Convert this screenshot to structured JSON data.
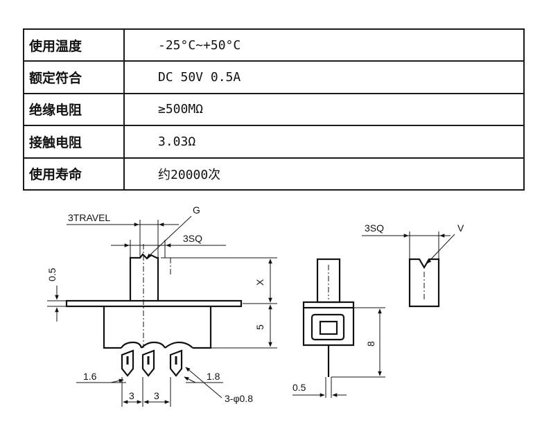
{
  "specs": [
    {
      "label": "使用温度",
      "value": "-25°C~+50°C"
    },
    {
      "label": "额定符合",
      "value": "DC 50V 0.5A"
    },
    {
      "label": "绝缘电阻",
      "value": "≥500MΩ"
    },
    {
      "label": "接触电阻",
      "value": "3.03Ω"
    },
    {
      "label": "使用寿命",
      "value": "约20000次"
    }
  ],
  "drawing": {
    "travel": "3TRAVEL",
    "g": "G",
    "sq_front": "3SQ",
    "dim_05_left": "0.5",
    "dim_x": "X",
    "dim_5": "5",
    "dim_16": "1.6",
    "dim_18": "1.8",
    "dim_3a": "3",
    "dim_3b": "3",
    "holes": "3-φ0.8",
    "dim_8": "8",
    "dim_05_bottom": "0.5",
    "sq_side": "3SQ",
    "v": "V"
  }
}
